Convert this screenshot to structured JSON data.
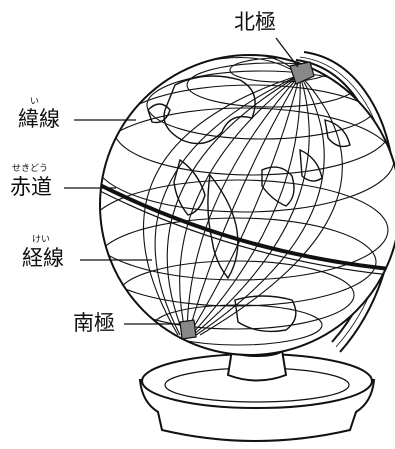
{
  "labels": {
    "north_pole": "北極",
    "latitude_lines": "緯線",
    "latitude_reading": "い",
    "equator": "赤道",
    "equator_reading": "せきどう",
    "longitude_lines": "経線",
    "longitude_reading": "けい",
    "south_pole": "南極"
  },
  "colors": {
    "ink": "#111111",
    "background": "#ffffff",
    "pole_shading": "#888888"
  }
}
